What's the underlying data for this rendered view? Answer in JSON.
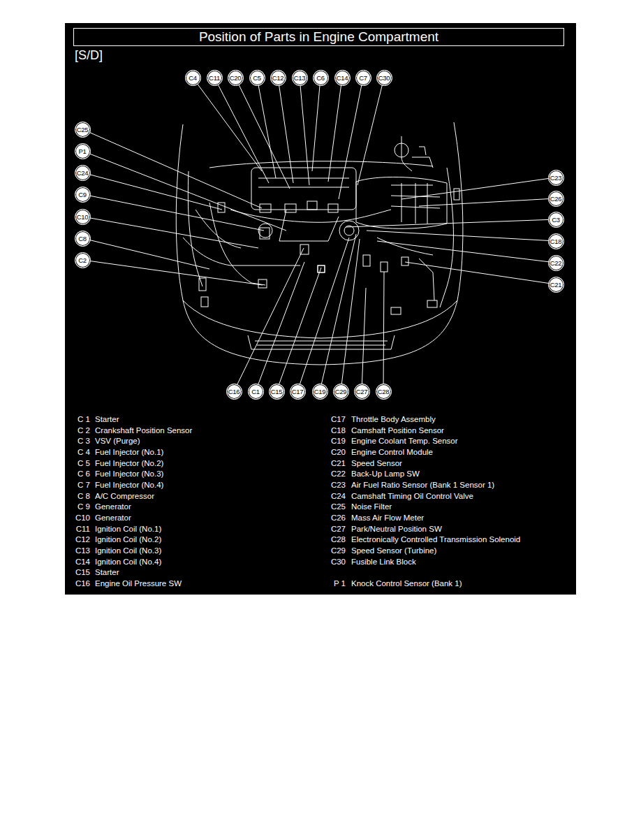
{
  "diagram": {
    "title": "Position of Parts in Engine Compartment",
    "nodes": [
      {
        "text": [
          "C4"
        ]
      },
      {
        "text": [
          "C11"
        ]
      },
      {
        "text": [
          "C20"
        ]
      },
      {
        "text": [
          "C5"
        ]
      },
      {
        "text": [
          "C12"
        ]
      },
      {
        "text": [
          "C13"
        ]
      },
      {
        "text": [
          "C6"
        ]
      },
      {
        "text": [
          "C14"
        ]
      },
      {
        "text": [
          "C7"
        ]
      },
      {
        "text": [
          "C30"
        ]
      },
      {
        "text": [
          "C25"
        ]
      },
      {
        "text": [
          "P1"
        ]
      },
      {
        "text": [
          "C24"
        ]
      },
      {
        "text": [
          "C9"
        ]
      },
      {
        "text": [
          "C10"
        ]
      },
      {
        "text": [
          "C8"
        ]
      },
      {
        "text": [
          "C2"
        ]
      },
      {
        "text": [
          "C23"
        ]
      },
      {
        "text": [
          "C26"
        ]
      },
      {
        "text": [
          "C3"
        ]
      },
      {
        "text": [
          "C18"
        ]
      },
      {
        "text": [
          "C22"
        ]
      },
      {
        "text": [
          "C21"
        ]
      },
      {
        "text": [
          "C16"
        ]
      },
      {
        "text": [
          "C1"
        ]
      },
      {
        "text": [
          "C15"
        ]
      },
      {
        "text": [
          "C17"
        ]
      },
      {
        "text": [
          "C19"
        ]
      },
      {
        "text": [
          "C29"
        ]
      },
      {
        "text": [
          "C27"
        ]
      },
      {
        "text": [
          "C28"
        ]
      }
    ],
    "labels": [
      "[S/D]",
      "C 1",
      "Starter",
      "C 2",
      "Crankshaft Position Sensor",
      "C 3",
      "VSV (Purge)",
      "C 4",
      "Fuel Injector (No.1)",
      "C 5",
      "Fuel Injector (No.2)",
      "C 6",
      "Fuel Injector (No.3)",
      "C 7",
      "Fuel Injector (No.4)",
      "C 8",
      "A/C Compressor",
      "C 9",
      "Generator",
      "C10",
      "Generator",
      "C11",
      "Ignition Coil (No.1)",
      "C12",
      "Ignition Coil (No.2)",
      "C13",
      "Ignition Coil (No.3)",
      "C14",
      "Ignition Coil (No.4)",
      "C15",
      "Starter",
      "C16",
      "Engine Oil Pressure SW",
      "C17",
      "Throttle Body Assembly",
      "C18",
      "Camshaft Position Sensor",
      "C19",
      "Engine Coolant Temp. Sensor",
      "C20",
      "Engine Control Module",
      "C21",
      "Speed Sensor",
      "C22",
      "Back-Up Lamp SW",
      "C23",
      "Air Fuel Ratio Sensor (Bank 1 Sensor 1)",
      "C24",
      "Camshaft Timing Oil Control Valve",
      "C25",
      "Noise Filter",
      "C26",
      "Mass Air Flow Meter",
      "C27",
      "Park/Neutral Position SW",
      "C28",
      "Electronically Controlled Transmission Solenoid",
      "C29",
      "Speed Sensor (Turbine)",
      "C30",
      "Fusible Link Block",
      "P 1",
      "Knock Control Sensor (Bank 1)"
    ]
  }
}
